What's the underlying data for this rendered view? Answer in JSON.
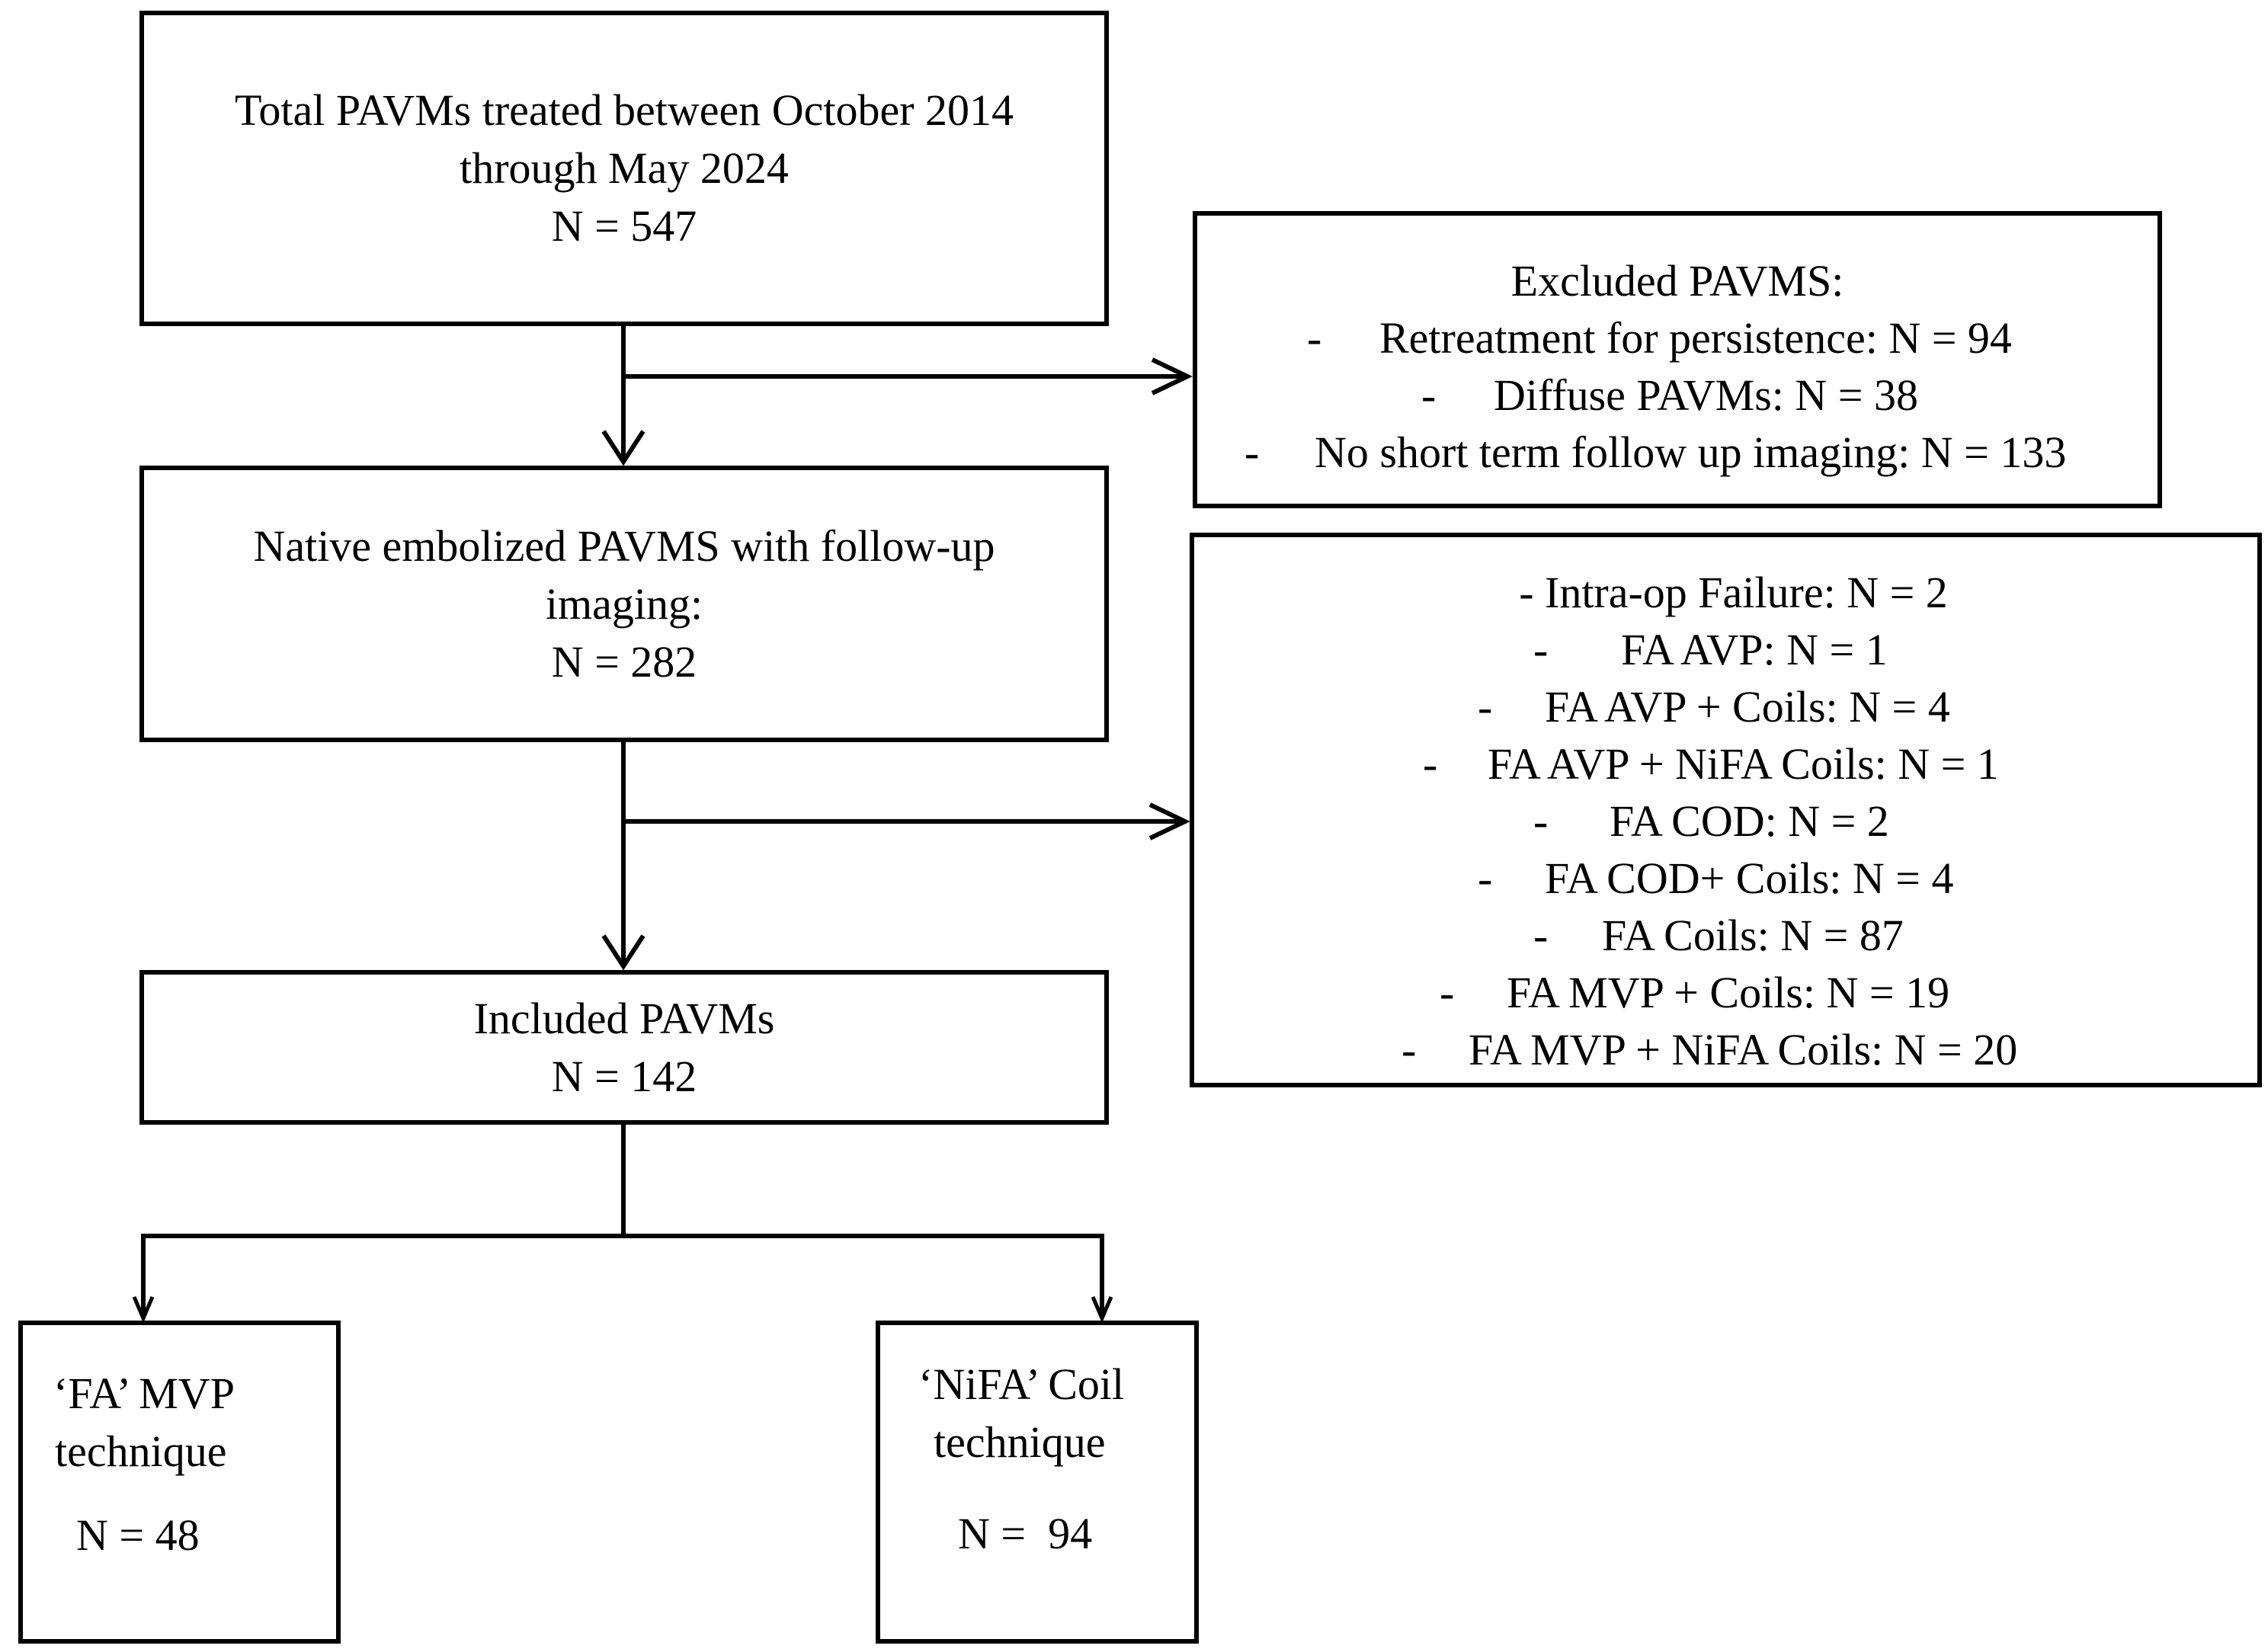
{
  "boxes": {
    "total": {
      "line1": "Total PAVMs treated between October 2014",
      "line2": "through May 2024",
      "line3": "N = 547"
    },
    "excluded": {
      "title": "Excluded PAVMS:",
      "items": [
        {
          "dash": "-",
          "text": "Retreatment for persistence: N = 94"
        },
        {
          "dash": "-",
          "text": "Diffuse PAVMs: N = 38"
        },
        {
          "dash": "-",
          "text": "No short term follow up imaging: N = 133"
        }
      ]
    },
    "native": {
      "line1": "Native embolized PAVMS with follow-up",
      "line2": "imaging:",
      "line3": "N = 282"
    },
    "failures": {
      "title": "- Intra-op Failure: N = 2",
      "items": [
        {
          "dash": "-",
          "text": "FA AVP: N = 1"
        },
        {
          "dash": "-",
          "text": "FA AVP + Coils: N = 4"
        },
        {
          "dash": "-",
          "text": "FA AVP + NiFA Coils: N = 1"
        },
        {
          "dash": "-",
          "text": "FA COD: N = 2"
        },
        {
          "dash": "-",
          "text": "FA COD+ Coils: N = 4"
        },
        {
          "dash": "-",
          "text": "FA Coils: N = 87"
        },
        {
          "dash": "-",
          "text": "FA MVP + Coils: N = 19"
        },
        {
          "dash": "-",
          "text": "FA MVP + NiFA Coils: N = 20"
        }
      ]
    },
    "included": {
      "line1": "Included PAVMs",
      "line2": "N = 142"
    },
    "fa_mvp": {
      "line1": "‘FA’ MVP",
      "line2": "technique",
      "line3": "N = 48"
    },
    "nifa_coil": {
      "line1": "‘NiFA’ Coil",
      "line2": "technique",
      "line3": "N =  94"
    }
  }
}
